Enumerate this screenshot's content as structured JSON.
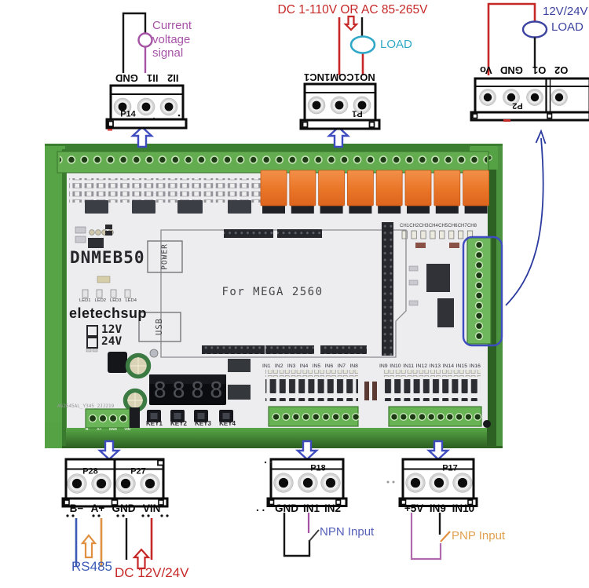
{
  "colors": {
    "annotation_purple": "#a653a6",
    "annotation_red": "#c62828",
    "annotation_cyan": "#2fa8c8",
    "annotation_navy": "#3d44a0",
    "arrow_blue": "#3f4cc0",
    "rs485_blue": "#3b5bb5",
    "npn_blue": "#5560b8",
    "pnp_orange": "#e0a050",
    "wire_orange": "#e09040",
    "relay_orange": "#e8732a",
    "enclosure_green": "#4a8f3a",
    "terminal_green": "#68b455"
  },
  "top_left": {
    "note_lines": [
      "Current",
      "voltage",
      "signal"
    ],
    "connector": {
      "name": "P14",
      "pins": [
        "GND",
        "II1",
        "II2"
      ]
    }
  },
  "top_middle": {
    "rating": "DC 1-110V OR AC 85-265V",
    "load_label": "LOAD",
    "connector": {
      "name": "P1",
      "pins": [
        "NC1",
        "COM1",
        "NO1"
      ]
    }
  },
  "top_right": {
    "load_lines": [
      "12V/24V",
      "LOAD"
    ],
    "connector": {
      "name": "P2",
      "pins": [
        "Vo",
        "GND",
        "O1",
        "O2"
      ]
    }
  },
  "bottom_left": {
    "connectors": [
      {
        "name": "P28"
      },
      {
        "name": "P27"
      }
    ],
    "pins": [
      "B−",
      "A+",
      "GND",
      "VIN"
    ],
    "rs485_label": "RS485",
    "supply_label": "DC 12V/24V"
  },
  "bottom_middle": {
    "connector": {
      "name": "P18",
      "pins_prefix": ". .",
      "pins": [
        "GND",
        "IN1",
        "IN2"
      ]
    },
    "note": "NPN Input"
  },
  "bottom_right": {
    "connector": {
      "name": "P17",
      "pins": [
        "+5V",
        "IN9",
        "IN10"
      ]
    },
    "note": "PNP Input"
  },
  "board": {
    "model": "DNMEB50",
    "brand": "eletechsup",
    "voltage_options": [
      "12V",
      "24V"
    ],
    "center_label": "For MEGA 2560",
    "power_label": "POWER",
    "usb_label": "USB",
    "display_value": "8888",
    "serial": "A62645AL_Y345_2JJ219",
    "leds": [
      "LED1",
      "LED2",
      "LED3",
      "LED4"
    ],
    "channels": [
      "CH1",
      "CH2",
      "CH3",
      "CH4",
      "CH5",
      "CH6",
      "CH7",
      "CH8"
    ],
    "inputs_left": [
      "IN1",
      "IN2",
      "IN3",
      "IN4",
      "IN5",
      "IN6",
      "IN7",
      "IN8"
    ],
    "inputs_right": [
      "IN9",
      "IN10",
      "IN11",
      "IN12",
      "IN13",
      "IN14",
      "IN15",
      "IN16"
    ],
    "keys": [
      "KEY1",
      "KEY2",
      "KEY3",
      "KEY4"
    ],
    "power_terminal_pins": [
      "B-",
      "A+",
      "GND",
      "VIN"
    ]
  }
}
